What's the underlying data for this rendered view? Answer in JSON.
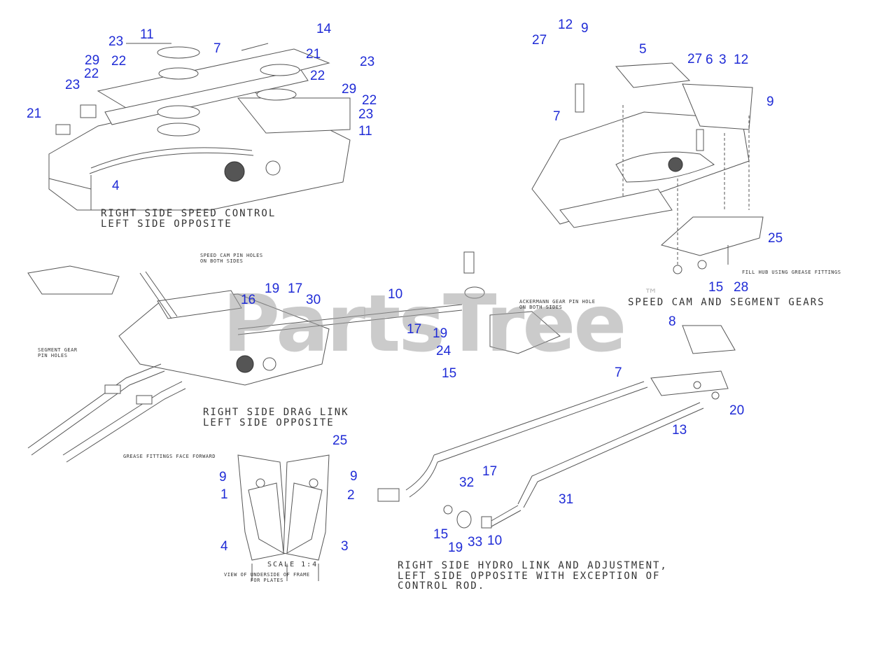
{
  "watermark": {
    "brand": "PartsTree",
    "trademark": "™"
  },
  "captions": {
    "speed_control": "RIGHT SIDE SPEED CONTROL\nLEFT SIDE OPPOSITE",
    "cam_segment": "SPEED CAM AND SEGMENT GEARS",
    "drag_link": "RIGHT SIDE DRAG LINK\nLEFT SIDE OPPOSITE",
    "hydro_link": "RIGHT SIDE HYDRO LINK AND ADJUSTMENT,\nLEFT SIDE OPPOSITE WITH EXCEPTION OF\nCONTROL ROD.",
    "scale": "SCALE 1:4",
    "underside_view": "VIEW OF UNDERSIDE OF FRAME\nFOR PLATES"
  },
  "notes": {
    "speed_cam_pin_holes": "SPEED CAM PIN HOLES\nON BOTH SIDES",
    "ackermann_pin_hole": "ACKERMANN GEAR PIN HOLE\nON BOTH SIDES",
    "segment_gear_pin_holes": "SEGMENT GEAR\nPIN HOLES",
    "fill_hub": "FILL HUB USING GREASE FITTINGS",
    "grease_fittings": "GREASE FITTINGS FACE FORWARD"
  },
  "callouts": [
    "11",
    "14",
    "23",
    "7",
    "29",
    "22",
    "21",
    "23",
    "22",
    "23",
    "22",
    "29",
    "22",
    "23",
    "21",
    "11",
    "4",
    "12",
    "9",
    "27",
    "5",
    "27",
    "6",
    "3",
    "12",
    "9",
    "7",
    "25",
    "15",
    "28",
    "10",
    "19",
    "17",
    "16",
    "30",
    "17",
    "19",
    "24",
    "15",
    "8",
    "7",
    "20",
    "13",
    "25",
    "9",
    "9",
    "1",
    "2",
    "4",
    "3",
    "17",
    "32",
    "31",
    "15",
    "19",
    "33",
    "10"
  ]
}
